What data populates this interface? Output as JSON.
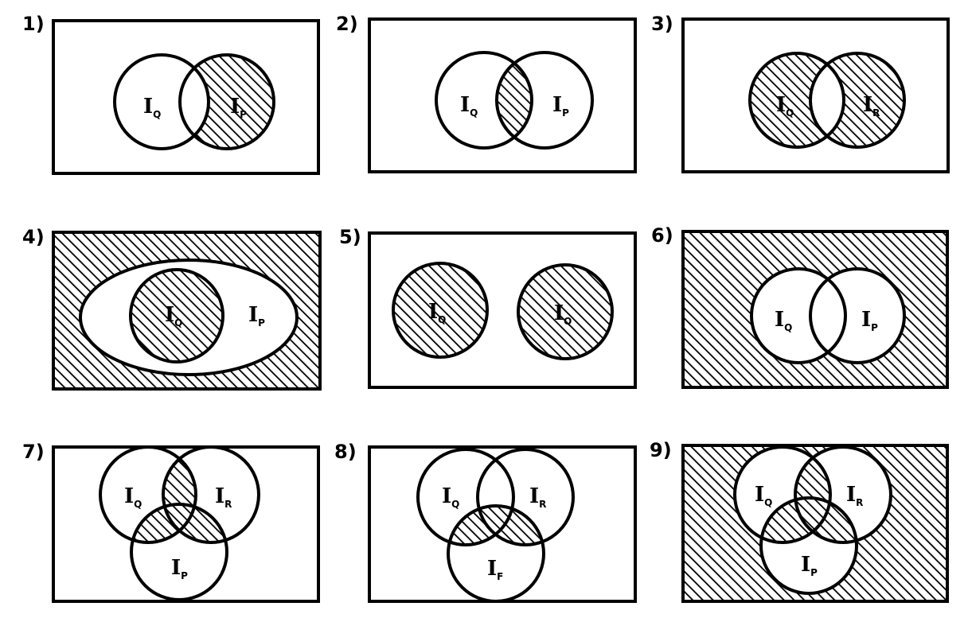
{
  "diagram": {
    "panels": [
      {
        "number": "1)",
        "shapes": [
          {
            "id": "A",
            "kind": "circle",
            "label_main": "I",
            "label_sub": "Q"
          },
          {
            "id": "B",
            "kind": "circle",
            "label_main": "I",
            "label_sub": "P"
          }
        ],
        "shaded": "B minus A"
      },
      {
        "number": "2)",
        "shapes": [
          {
            "id": "A",
            "kind": "circle",
            "label_main": "I",
            "label_sub": "Q"
          },
          {
            "id": "B",
            "kind": "circle",
            "label_main": "I",
            "label_sub": "P"
          }
        ],
        "shaded": "A and B"
      },
      {
        "number": "3)",
        "shapes": [
          {
            "id": "A",
            "kind": "circle",
            "label_main": "I",
            "label_sub": "Q"
          },
          {
            "id": "B",
            "kind": "circle",
            "label_main": "I",
            "label_sub": "R"
          }
        ],
        "shaded": "A xor B"
      },
      {
        "number": "4)",
        "shapes": [
          {
            "id": "A",
            "kind": "circle",
            "label_main": "I",
            "label_sub": "Q"
          },
          {
            "id": "B",
            "kind": "ellipse",
            "label_main": "I",
            "label_sub": "P"
          }
        ],
        "shaded": "A, and outside B"
      },
      {
        "number": "5)",
        "shapes": [
          {
            "id": "A",
            "kind": "circle",
            "label_main": "I",
            "label_sub": "Q"
          },
          {
            "id": "B",
            "kind": "circle",
            "label_main": "I",
            "label_sub": "Q"
          }
        ],
        "shaded": "A, B"
      },
      {
        "number": "6)",
        "shapes": [
          {
            "id": "A",
            "kind": "circle",
            "label_main": "I",
            "label_sub": "Q"
          },
          {
            "id": "B",
            "kind": "circle",
            "label_main": "I",
            "label_sub": "P"
          }
        ],
        "shaded": "outside A and B"
      },
      {
        "number": "7)",
        "shapes": [
          {
            "id": "A",
            "kind": "circle",
            "label_main": "I",
            "label_sub": "Q"
          },
          {
            "id": "B",
            "kind": "circle",
            "label_main": "I",
            "label_sub": "R"
          },
          {
            "id": "C",
            "kind": "circle",
            "label_main": "I",
            "label_sub": "P"
          }
        ],
        "shaded": "pairwise intersections"
      },
      {
        "number": "8)",
        "shapes": [
          {
            "id": "A",
            "kind": "circle",
            "label_main": "I",
            "label_sub": "Q"
          },
          {
            "id": "B",
            "kind": "circle",
            "label_main": "I",
            "label_sub": "R"
          },
          {
            "id": "C",
            "kind": "circle",
            "label_main": "I",
            "label_sub": "F"
          }
        ],
        "shaded": "C and (A or B)"
      },
      {
        "number": "9)",
        "shapes": [
          {
            "id": "A",
            "kind": "circle",
            "label_main": "I",
            "label_sub": "Q"
          },
          {
            "id": "B",
            "kind": "circle",
            "label_main": "I",
            "label_sub": "R"
          },
          {
            "id": "C",
            "kind": "circle",
            "label_main": "I",
            "label_sub": "P"
          }
        ],
        "shaded": "pairwise intersections, and outside all"
      }
    ]
  }
}
